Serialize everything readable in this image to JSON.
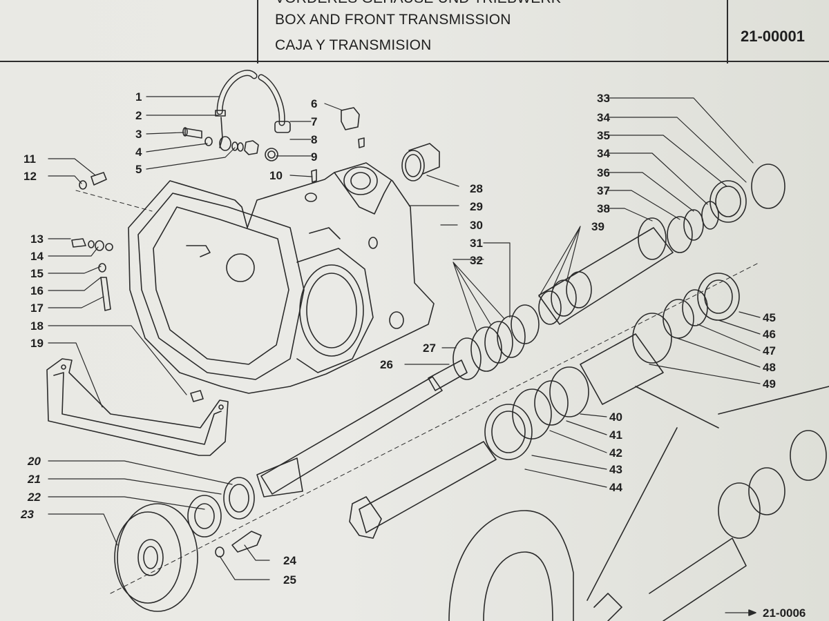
{
  "header": {
    "title_line_top": "VORDERES GEHÄUSE UND TRIEBWERK",
    "title_line_en": "BOX AND FRONT TRANSMISSION",
    "title_line_es": "CAJA Y TRANSMISION",
    "page_code": "21-00001"
  },
  "footer": {
    "continuation_ref": "21-0006"
  },
  "callouts": [
    {
      "id": "c1",
      "text": "1"
    },
    {
      "id": "c2",
      "text": "2"
    },
    {
      "id": "c3",
      "text": "3"
    },
    {
      "id": "c4",
      "text": "4"
    },
    {
      "id": "c5",
      "text": "5"
    },
    {
      "id": "c6",
      "text": "6"
    },
    {
      "id": "c7",
      "text": "7"
    },
    {
      "id": "c8",
      "text": "8"
    },
    {
      "id": "c9",
      "text": "9"
    },
    {
      "id": "c10",
      "text": "10"
    },
    {
      "id": "c11",
      "text": "11"
    },
    {
      "id": "c12",
      "text": "12"
    },
    {
      "id": "c13",
      "text": "13"
    },
    {
      "id": "c14",
      "text": "14"
    },
    {
      "id": "c15",
      "text": "15"
    },
    {
      "id": "c16",
      "text": "16"
    },
    {
      "id": "c17",
      "text": "17"
    },
    {
      "id": "c18",
      "text": "18"
    },
    {
      "id": "c19",
      "text": "19"
    },
    {
      "id": "c20",
      "text": "20"
    },
    {
      "id": "c21",
      "text": "21"
    },
    {
      "id": "c22",
      "text": "22"
    },
    {
      "id": "c23",
      "text": "23"
    },
    {
      "id": "c24",
      "text": "24"
    },
    {
      "id": "c25",
      "text": "25"
    },
    {
      "id": "c26",
      "text": "26"
    },
    {
      "id": "c27",
      "text": "27"
    },
    {
      "id": "c28",
      "text": "28"
    },
    {
      "id": "c29",
      "text": "29"
    },
    {
      "id": "c30",
      "text": "30"
    },
    {
      "id": "c31",
      "text": "31"
    },
    {
      "id": "c32",
      "text": "32"
    },
    {
      "id": "c33",
      "text": "33"
    },
    {
      "id": "c34a",
      "text": "34"
    },
    {
      "id": "c35",
      "text": "35"
    },
    {
      "id": "c34b",
      "text": "34"
    },
    {
      "id": "c36",
      "text": "36"
    },
    {
      "id": "c37",
      "text": "37"
    },
    {
      "id": "c38",
      "text": "38"
    },
    {
      "id": "c39",
      "text": "39"
    },
    {
      "id": "c40",
      "text": "40"
    },
    {
      "id": "c41",
      "text": "41"
    },
    {
      "id": "c42",
      "text": "42"
    },
    {
      "id": "c43",
      "text": "43"
    },
    {
      "id": "c44",
      "text": "44"
    },
    {
      "id": "c45",
      "text": "45"
    },
    {
      "id": "c46",
      "text": "46"
    },
    {
      "id": "c47",
      "text": "47"
    },
    {
      "id": "c48",
      "text": "48"
    },
    {
      "id": "c49",
      "text": "49"
    }
  ]
}
